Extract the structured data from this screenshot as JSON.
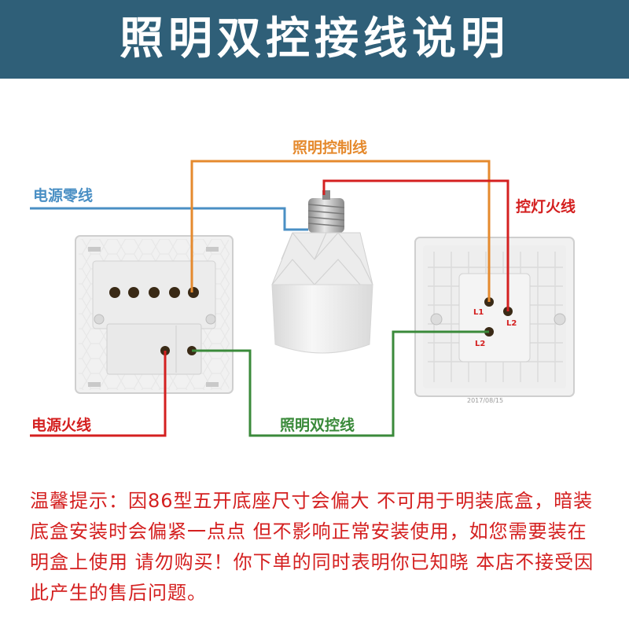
{
  "title": "照明双控接线说明",
  "wire_labels": {
    "light_control": "照明控制线",
    "neutral": "电源零线",
    "lamp_live": "控灯火线",
    "live": "电源火线",
    "two_way": "照明双控线"
  },
  "terminal_labels": {
    "l1": "L1",
    "l2_top": "L2",
    "l2_bottom": "L2"
  },
  "product_marks": {
    "right_plate_date": "2017/08/15"
  },
  "notice": "温馨提示：因86型五开底座尺寸会偏大 不可用于明装底盒，暗装底盒安装时会偏紧一点点 但不影响正常安装使用，如您需要装在明盒上使用 请勿购买！你下单的同时表明你已知晓 本店不接受因此产生的售后问题。",
  "colors": {
    "banner": "#2f5f78",
    "light_control": "#e58a2e",
    "neutral": "#4a8fc4",
    "live": "#d42020",
    "two_way": "#3a8a3a",
    "notice": "#d42020"
  }
}
